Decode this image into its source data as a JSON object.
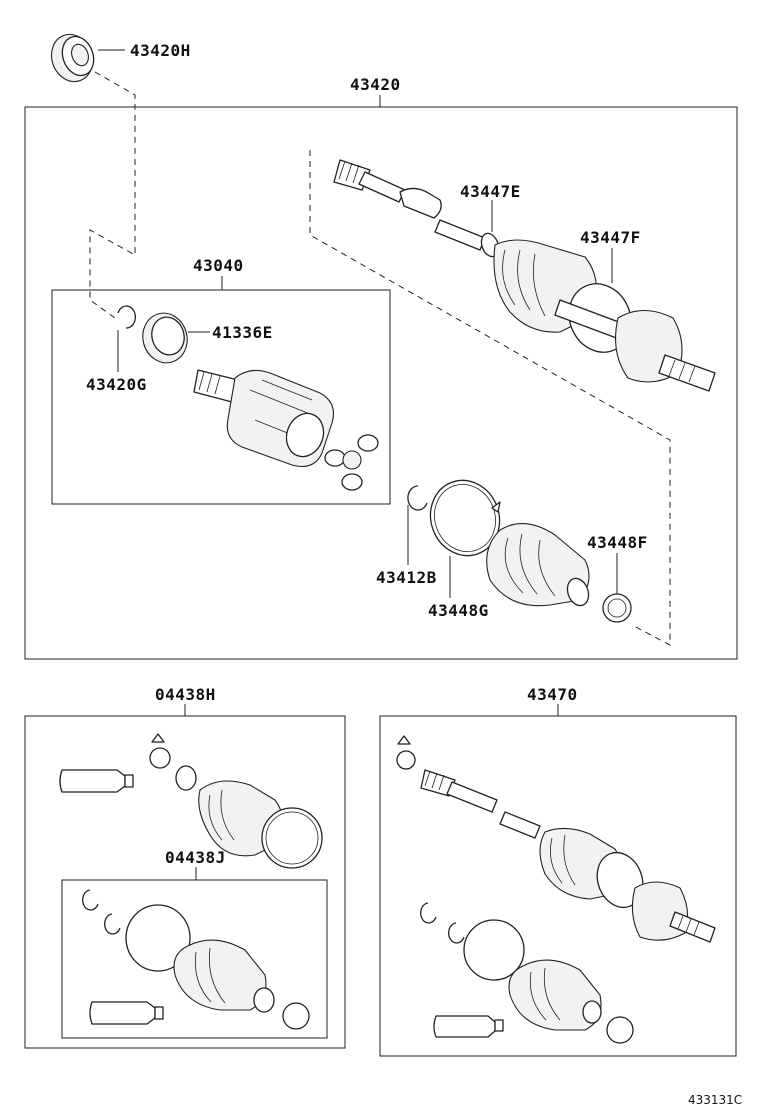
{
  "labels": {
    "p43420H": "43420H",
    "p43420": "43420",
    "p43447E": "43447E",
    "p43447F": "43447F",
    "p43040": "43040",
    "p41336E": "41336E",
    "p43420G": "43420G",
    "p43412B": "43412B",
    "p43448G": "43448G",
    "p43448F": "43448F",
    "p04438H": "04438H",
    "p04438J": "04438J",
    "p43470": "43470"
  },
  "diagram_code": "433131C"
}
